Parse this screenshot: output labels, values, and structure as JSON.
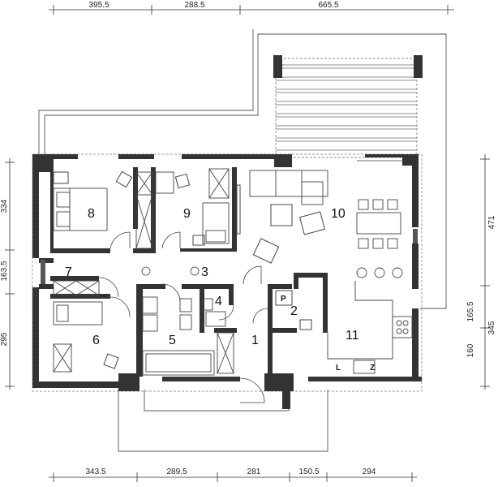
{
  "dimensions": {
    "top": [
      "395.5",
      "288.5",
      "665.5"
    ],
    "bottom": [
      "343.5",
      "289.5",
      "281",
      "150.5",
      "294"
    ],
    "left": [
      "334",
      "163.5",
      "295"
    ],
    "right": [
      "471",
      "165.5",
      "345",
      "160"
    ]
  },
  "rooms": {
    "r1": "1",
    "r2": "2",
    "r3": "3",
    "r4": "4",
    "r5": "5",
    "r6": "6",
    "r7": "7",
    "r8": "8",
    "r9": "9",
    "r10": "10",
    "r11": "11"
  },
  "fixtures": {
    "pantry_box": "P",
    "kitchen_l": "L",
    "kitchen_z": "Z"
  },
  "colors": {
    "wall": "#333333",
    "line": "#444444",
    "light": "#888888"
  }
}
